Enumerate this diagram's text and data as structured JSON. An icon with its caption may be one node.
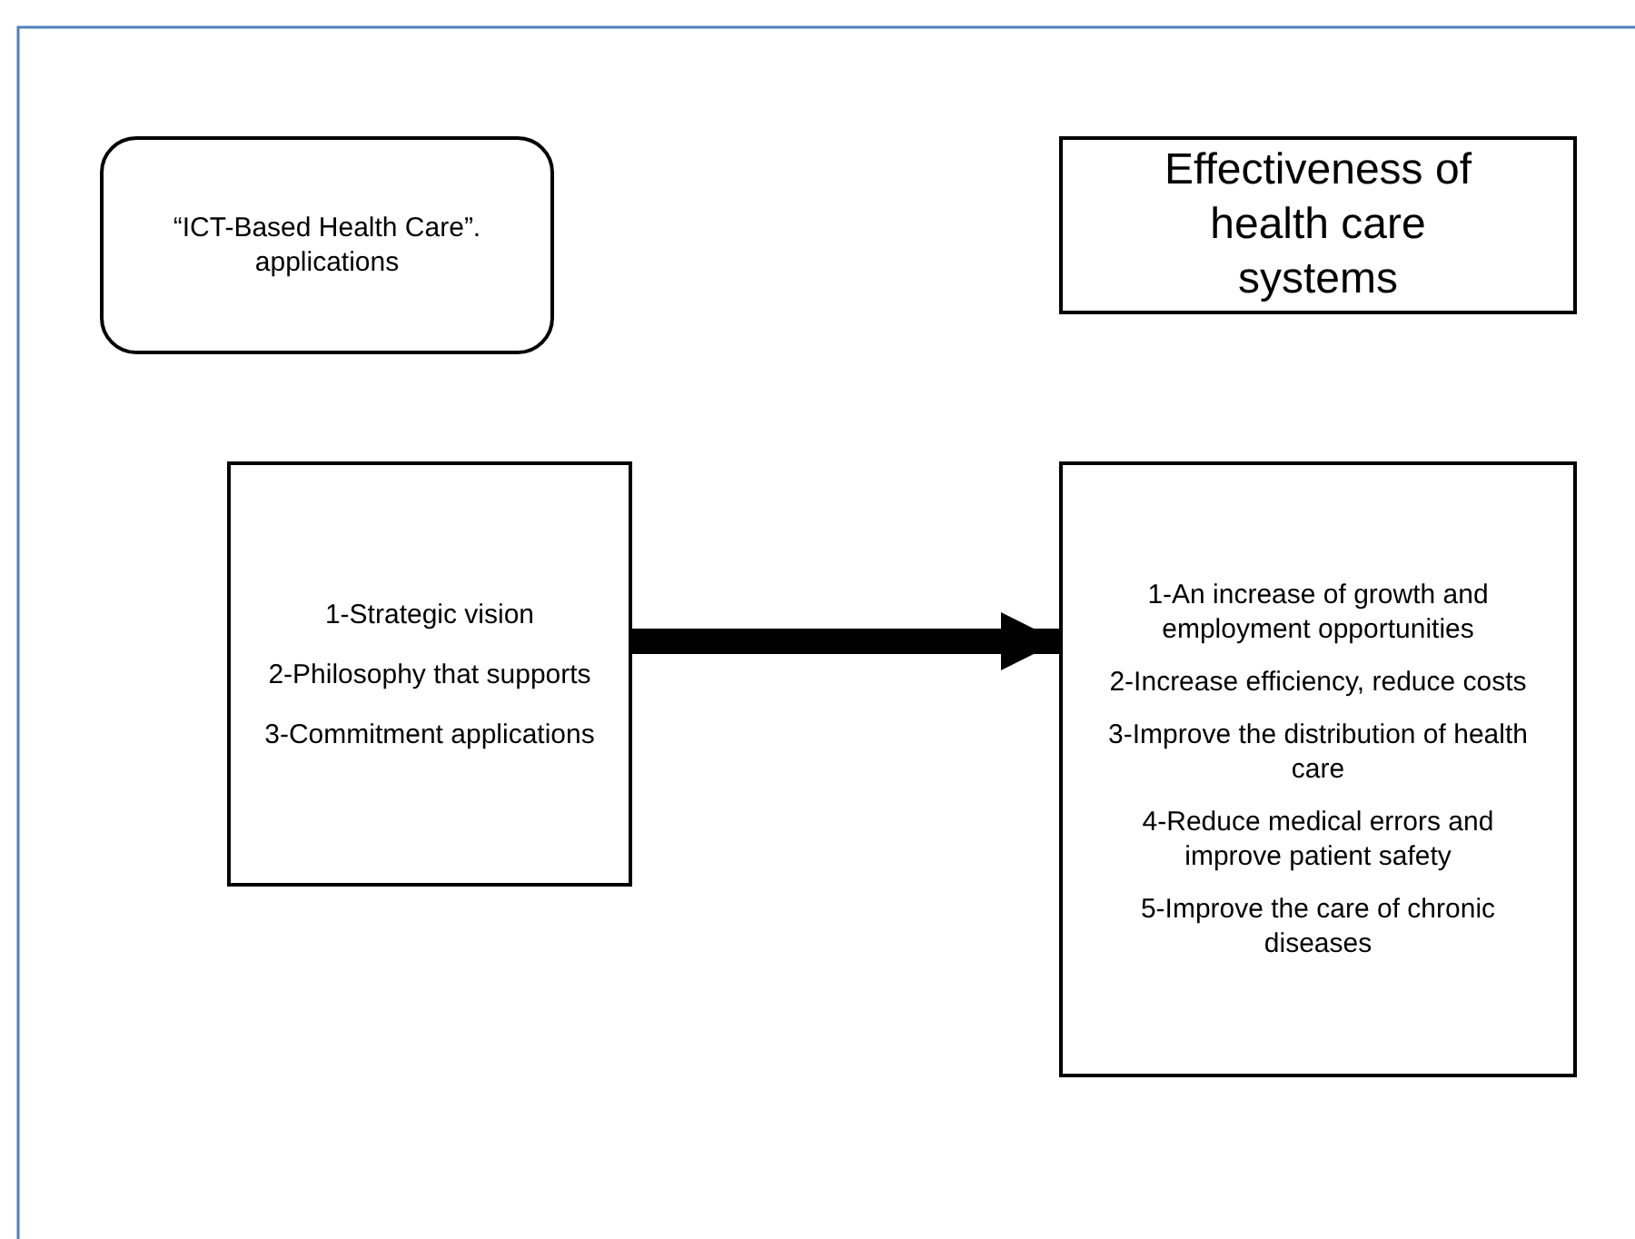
{
  "diagram": {
    "nodes": [
      {
        "text": [
          "“ICT-Based Health Care”. applications"
        ]
      },
      {
        "text": [
          "Effectiveness of health care systems"
        ]
      },
      {
        "text": [
          "1-Strategic vision",
          "2-Philosophy that supports",
          "3-Commitment applications"
        ]
      },
      {
        "text": [
          "1-An increase of growth and employment opportunities",
          "2-Increase efficiency, reduce costs",
          "3-Improve the distribution of health care",
          "4-Reduce medical errors and improve patient safety",
          "5-Improve the care of chronic diseases"
        ]
      }
    ],
    "edges": [
      {
        "from": 2,
        "to": 3,
        "arrow": "to"
      }
    ]
  }
}
